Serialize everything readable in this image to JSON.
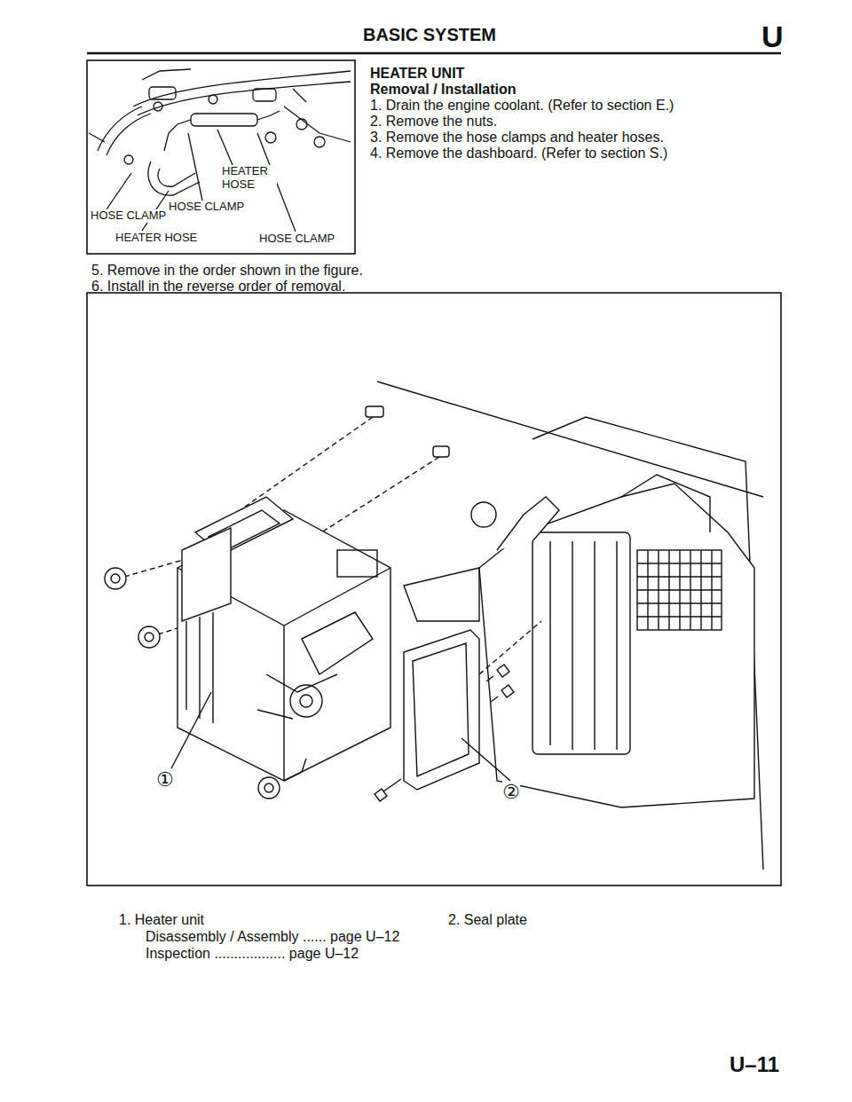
{
  "diagram": {
    "title": "BASIC SYSTEM",
    "labels": [
      "U",
      "HEATER UNIT",
      "Removal / Installation",
      "1. Drain the engine coolant. (Refer to section E.)",
      "2. Remove the nuts.",
      "3. Remove the hose clamps and heater hoses.",
      "4. Remove the dashboard. (Refer to section S.)",
      "HEATER HOSE",
      "HOSE CLAMP",
      "HOSE CLAMP",
      "HEATER HOSE",
      "HOSE CLAMP",
      "5. Remove in the order shown in the figure.",
      "6. Install in the reverse order of removal.",
      "①",
      "②",
      "1. Heater unit",
      "Disassembly / Assembly ...... page U–12",
      "Inspection .................. page U–12",
      "2. Seal plate",
      "U–11"
    ]
  }
}
